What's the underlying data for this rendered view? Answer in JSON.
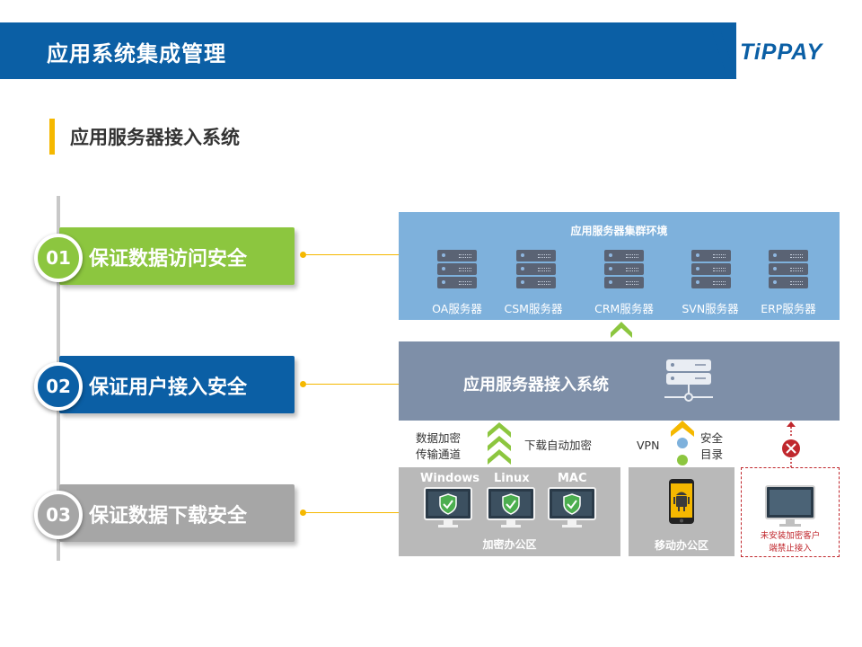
{
  "header": {
    "title": "应用系统集成管理",
    "logo": "TiPPAY"
  },
  "section": {
    "title": "应用服务器接入系统"
  },
  "items": [
    {
      "num": "01",
      "label": "保证数据访问安全",
      "color": "#8cc63f"
    },
    {
      "num": "02",
      "label": "保证用户接入安全",
      "color": "#0b5fa5"
    },
    {
      "num": "03",
      "label": "保证数据下载安全",
      "color": "#a6a6a6"
    }
  ],
  "cluster": {
    "title": "应用服务器集群环境",
    "servers": [
      "OA服务器",
      "CSM服务器",
      "CRM服务器",
      "SVN服务器",
      "ERP服务器"
    ]
  },
  "access": {
    "title": "应用服务器接入系统"
  },
  "flows": {
    "encrypt_left_line1": "数据加密",
    "encrypt_left_line2": "传输通道",
    "download_auto": "下载自动加密",
    "vpn": "VPN",
    "secure_line1": "安全",
    "secure_line2": "目录"
  },
  "zones": {
    "encrypted_office": "加密办公区",
    "os": [
      "Windows",
      "Linux",
      "MAC"
    ],
    "mobile_office": "移动办公区",
    "forbidden_line1": "未安装加密客户",
    "forbidden_line2": "端禁止接入"
  },
  "colors": {
    "accent": "#f5b800",
    "brand": "#0b5fa5",
    "green": "#8cc63f",
    "gray": "#a6a6a6",
    "red": "#c0272d"
  }
}
